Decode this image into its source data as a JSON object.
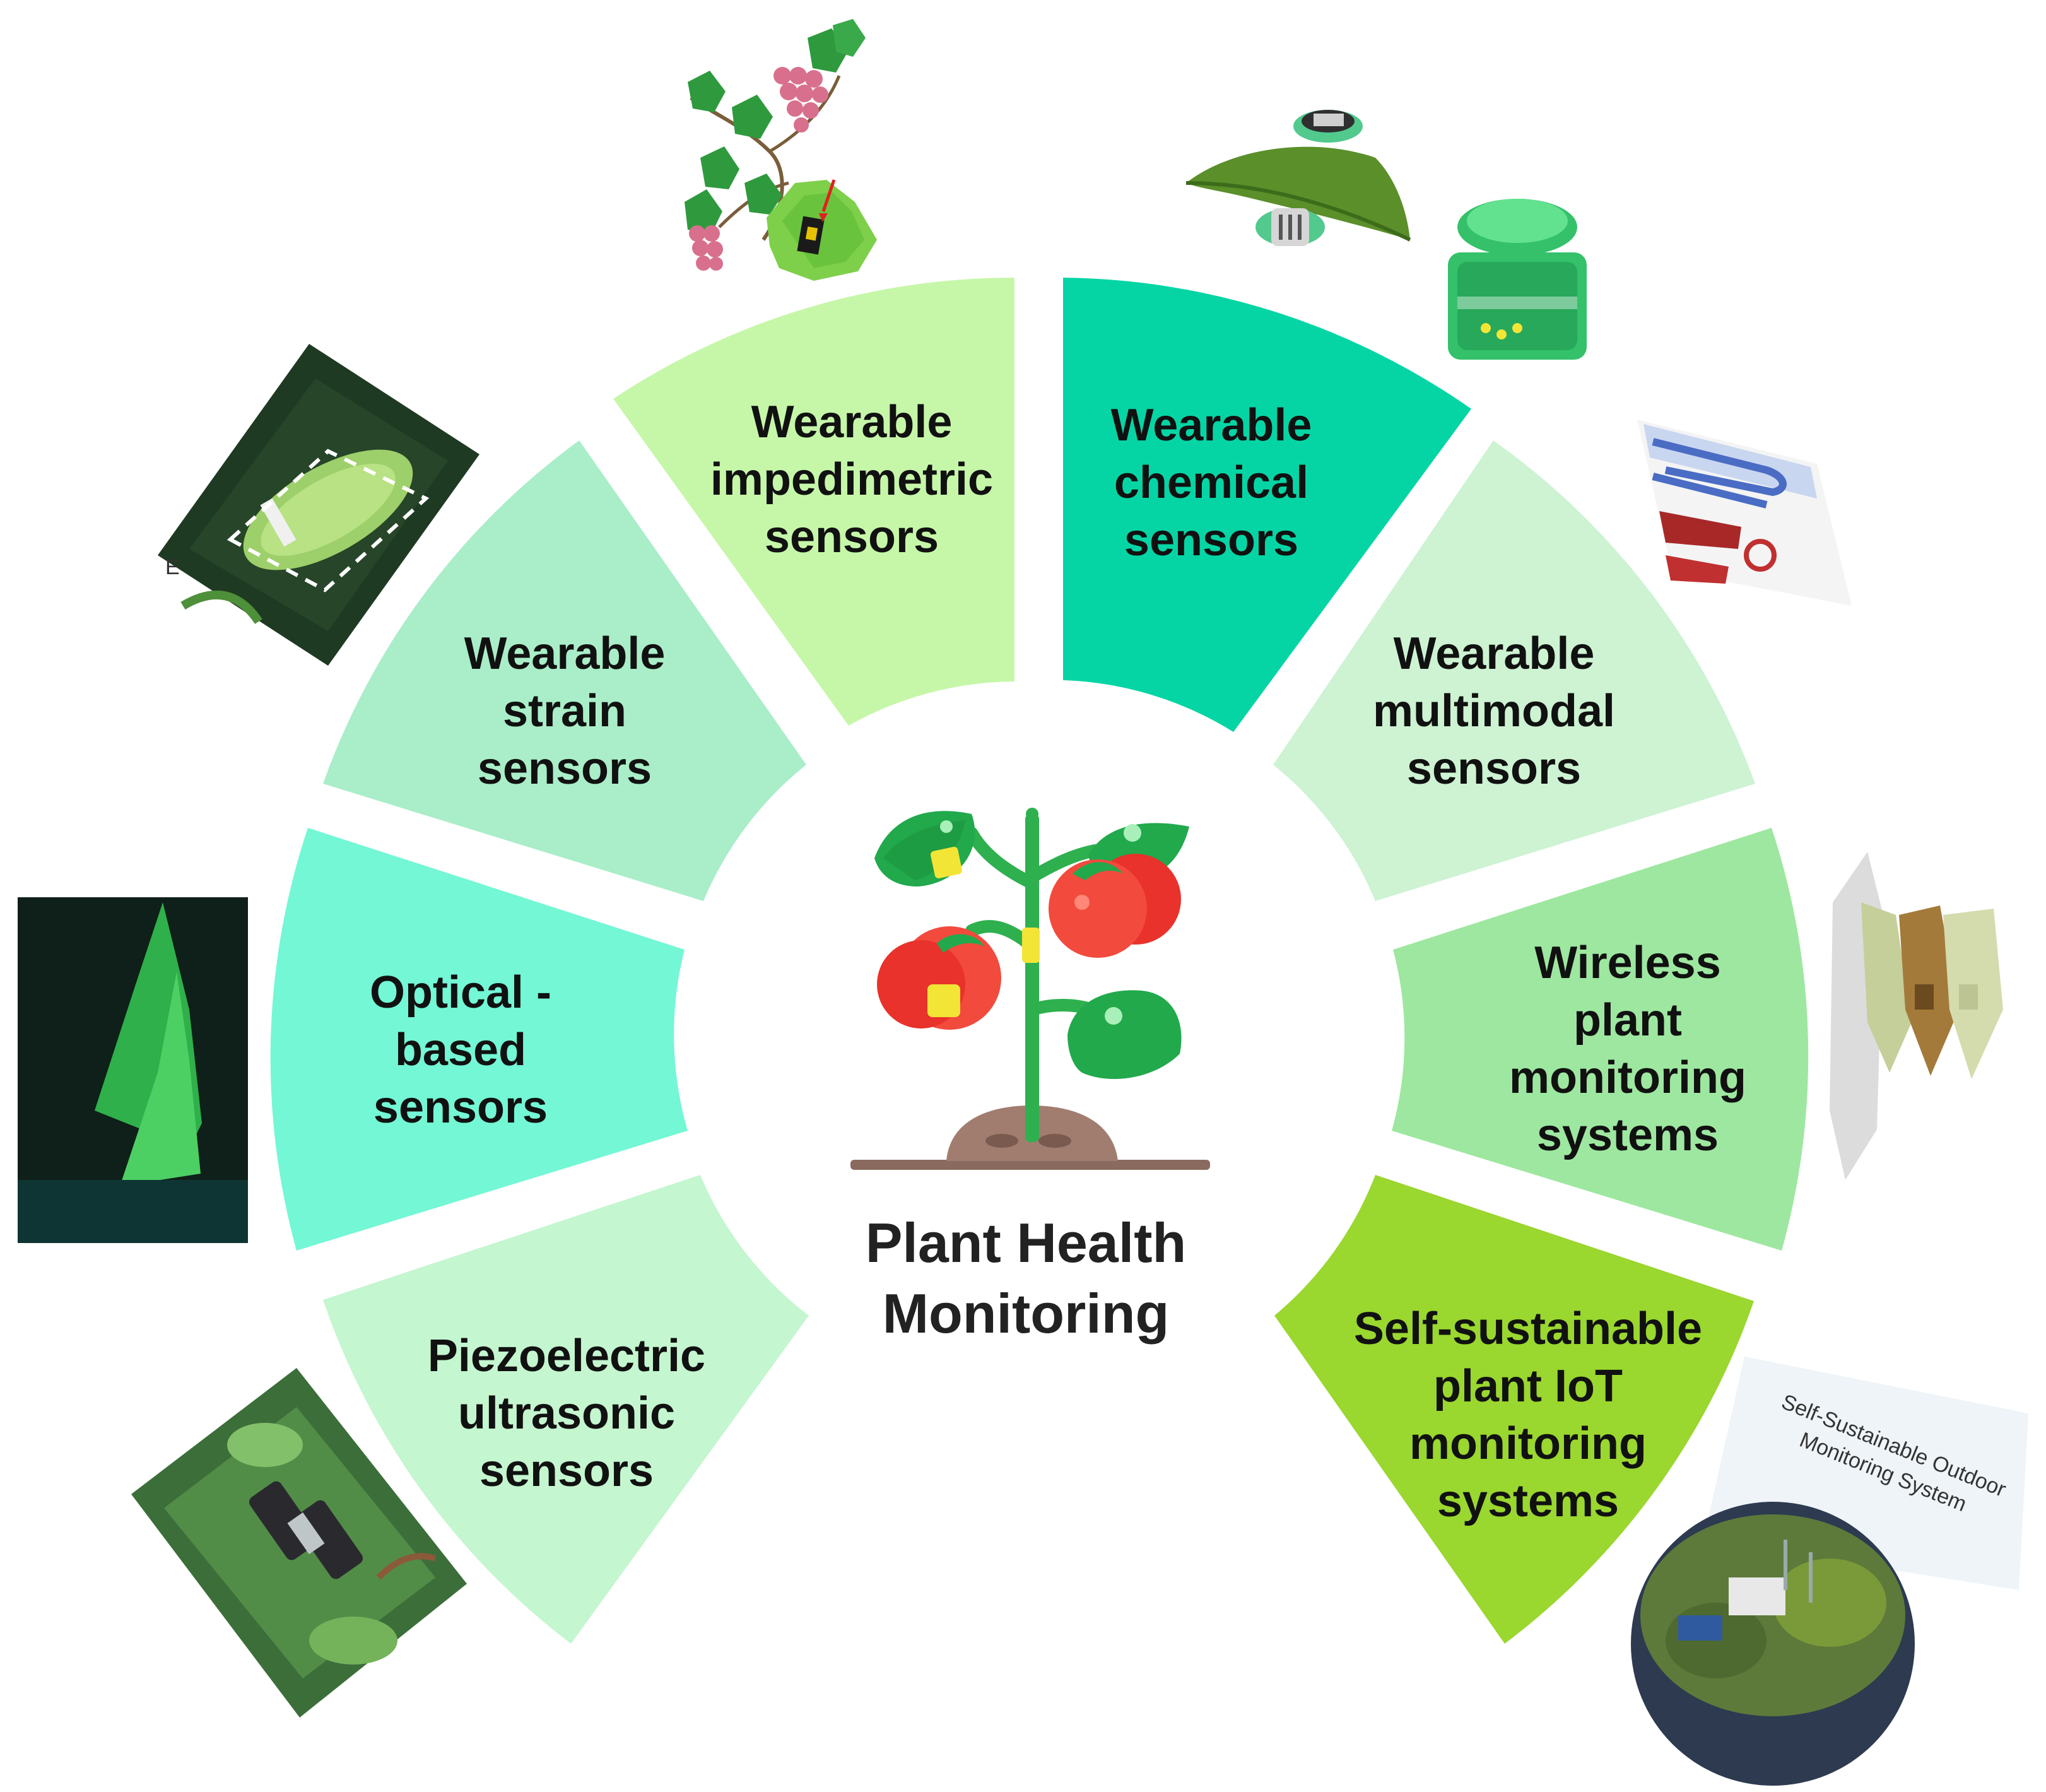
{
  "center": {
    "title_line1": "Plant Health",
    "title_line2": "Monitoring",
    "icon": "tomato-plant-icon"
  },
  "segments": [
    {
      "id": "wearable-impedimetric",
      "lines": [
        "Wearable",
        "impedimetric",
        "sensors"
      ],
      "color": "#c6f7a9"
    },
    {
      "id": "wearable-chemical",
      "lines": [
        "Wearable",
        "chemical",
        "sensors"
      ],
      "color": "#05d5a4"
    },
    {
      "id": "wearable-multimodal",
      "lines": [
        "Wearable",
        "multimodal",
        "sensors"
      ],
      "color": "#cdf3d2"
    },
    {
      "id": "wireless-plant-monitoring",
      "lines": [
        "Wireless",
        "plant",
        "monitoring",
        "systems"
      ],
      "color": "#9ee7a0"
    },
    {
      "id": "self-sustainable-iot",
      "lines": [
        "Self-sustainable",
        "plant IoT",
        "monitoring",
        "systems"
      ],
      "color": "#9ad72f"
    },
    {
      "id": "piezoelectric-ultrasonic",
      "lines": [
        "Piezoelectric",
        "ultrasonic",
        "sensors"
      ],
      "color": "#c4f6cf"
    },
    {
      "id": "optical-based",
      "lines": [
        "Optical -",
        "based",
        "sensors"
      ],
      "color": "#73f7d4"
    },
    {
      "id": "wearable-strain",
      "lines": [
        "Wearable",
        "strain",
        "sensors"
      ],
      "color": "#a9eec8"
    }
  ],
  "thumbnails": {
    "system_caption_line1": "Self-Sustainable Outdoor",
    "system_caption_line2": "Monitoring System",
    "strain_panel_letter": "E"
  }
}
